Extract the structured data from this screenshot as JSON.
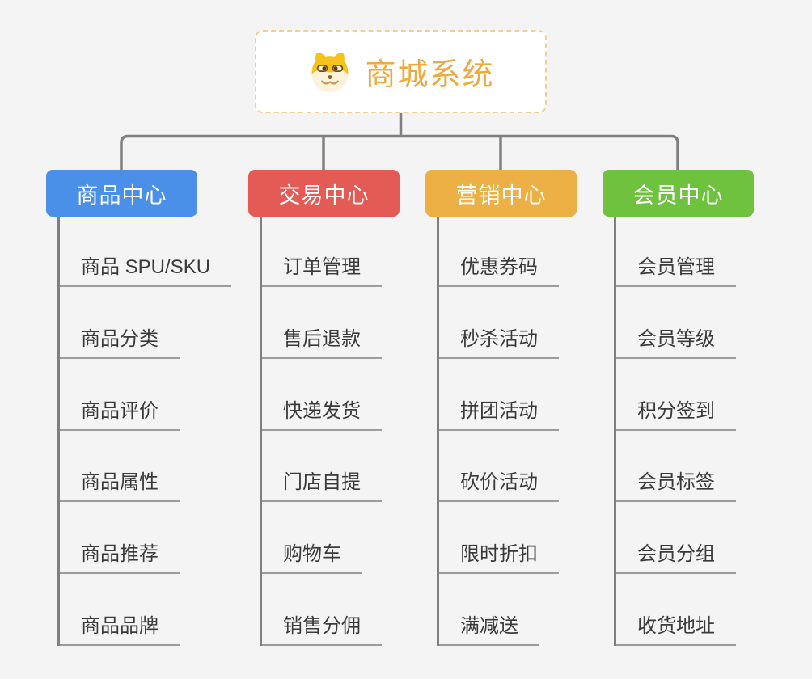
{
  "root": {
    "title": "商城系统",
    "icon": "dog-face-icon"
  },
  "branches": [
    {
      "label": "商品中心",
      "color": "#4b90e8",
      "items": [
        "商品 SPU/SKU",
        "商品分类",
        "商品评价",
        "商品属性",
        "商品推荐",
        "商品品牌"
      ]
    },
    {
      "label": "交易中心",
      "color": "#e45b55",
      "items": [
        "订单管理",
        "售后退款",
        "快递发货",
        "门店自提",
        "购物车",
        "销售分佣"
      ]
    },
    {
      "label": "营销中心",
      "color": "#edb044",
      "items": [
        "优惠券码",
        "秒杀活动",
        "拼团活动",
        "砍价活动",
        "限时折扣",
        "满减送"
      ]
    },
    {
      "label": "会员中心",
      "color": "#6fc23d",
      "items": [
        "会员管理",
        "会员等级",
        "积分签到",
        "会员标签",
        "会员分组",
        "收货地址"
      ]
    }
  ],
  "colors": {
    "background": "#f4f4f4",
    "connector_line": "#7f7f7f",
    "item_underline": "#9c9c9c",
    "item_text": "#3a3a3a",
    "root_text": "#f0a93d",
    "root_border": "#f5ce96",
    "header_text": "#ffffff"
  }
}
